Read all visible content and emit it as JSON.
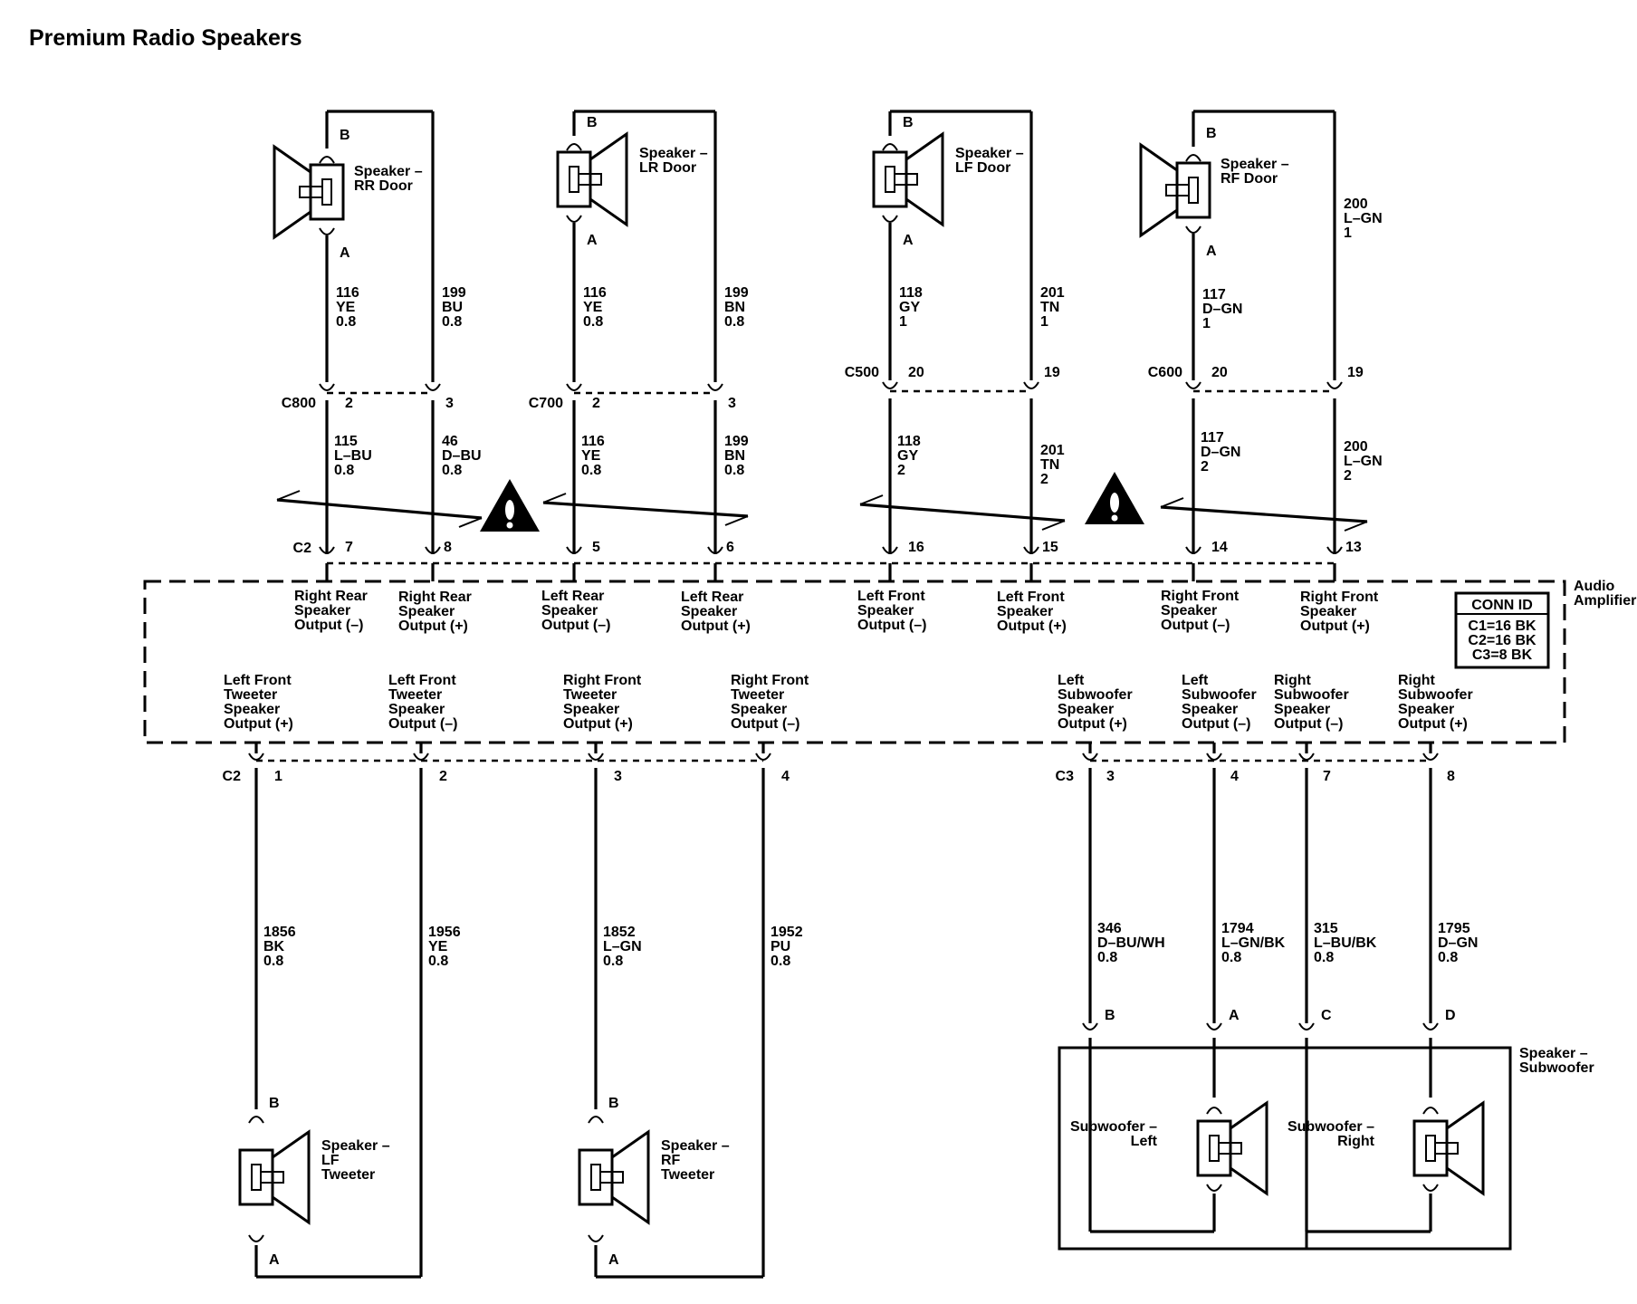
{
  "title": "Premium Radio Speakers",
  "amplifier": {
    "name_lines": [
      "Audio",
      "Amplifier"
    ],
    "conn_id": {
      "header": "CONN ID",
      "rows": [
        "C1=16 BK",
        "C2=16 BK",
        "C3=8 BK"
      ]
    }
  },
  "subwoofer_box": {
    "name_lines": [
      "Speaker –",
      "Subwoofer"
    ],
    "left_lines": [
      "Subwoofer –",
      "Left"
    ],
    "right_lines": [
      "Subwoofer –",
      "Right"
    ]
  },
  "top_speakers": [
    {
      "id": "rr",
      "lines": [
        "Speaker –",
        "RR Door"
      ],
      "pin_top": "B",
      "pin_bottom": "A",
      "connector": "C800",
      "upper_wires": [
        [
          "116",
          "YE",
          "0.8"
        ],
        [
          "199",
          "BU",
          "0.8"
        ]
      ],
      "conn_pins": [
        "2",
        "3"
      ],
      "lower_wires": [
        [
          "115",
          "L–BU",
          "0.8"
        ],
        [
          "46",
          "D–BU",
          "0.8"
        ]
      ],
      "amp_pins": [
        "7",
        "8"
      ],
      "outputs": [
        [
          "Right Rear",
          "Speaker",
          "Output (–)"
        ],
        [
          "Right Rear",
          "Speaker",
          "Output (+)"
        ]
      ]
    },
    {
      "id": "lr",
      "lines": [
        "Speaker –",
        "LR Door"
      ],
      "pin_top": "B",
      "pin_bottom": "A",
      "connector": "C700",
      "upper_wires": [
        [
          "116",
          "YE",
          "0.8"
        ],
        [
          "199",
          "BN",
          "0.8"
        ]
      ],
      "conn_pins": [
        "2",
        "3"
      ],
      "lower_wires": [
        [
          "116",
          "YE",
          "0.8"
        ],
        [
          "199",
          "BN",
          "0.8"
        ]
      ],
      "amp_pins": [
        "5",
        "6"
      ],
      "outputs": [
        [
          "Left Rear",
          "Speaker",
          "Output (–)"
        ],
        [
          "Left Rear",
          "Speaker",
          "Output (+)"
        ]
      ]
    },
    {
      "id": "lf",
      "lines": [
        "Speaker –",
        "LF Door"
      ],
      "pin_top": "B",
      "pin_bottom": "A",
      "connector": "C500",
      "upper_wires": [
        [
          "118",
          "GY",
          "1"
        ],
        [
          "201",
          "TN",
          "1"
        ]
      ],
      "conn_pins": [
        "20",
        "19"
      ],
      "lower_wires": [
        [
          "118",
          "GY",
          "2"
        ],
        [
          "201",
          "TN",
          "2"
        ]
      ],
      "amp_pins": [
        "16",
        "15"
      ],
      "outputs": [
        [
          "Left Front",
          "Speaker",
          "Output (–)"
        ],
        [
          "Left Front",
          "Speaker",
          "Output (+)"
        ]
      ]
    },
    {
      "id": "rf",
      "lines": [
        "Speaker –",
        "RF Door"
      ],
      "pin_top": "B",
      "pin_bottom": "A",
      "connector": "C600",
      "upper_wires": [
        [
          "117",
          "D–GN",
          "1"
        ],
        [
          "200",
          "L–GN",
          "1"
        ]
      ],
      "conn_pins": [
        "20",
        "19"
      ],
      "lower_wires": [
        [
          "117",
          "D–GN",
          "2"
        ],
        [
          "200",
          "L–GN",
          "2"
        ]
      ],
      "amp_pins": [
        "14",
        "13"
      ],
      "outputs": [
        [
          "Right Front",
          "Speaker",
          "Output (–)"
        ],
        [
          "Right Front",
          "Speaker",
          "Output (+)"
        ]
      ]
    }
  ],
  "amp_connector_top": "C2",
  "tweeter_connector": "C2",
  "tweeter_outputs": [
    {
      "lines": [
        "Left Front",
        "Tweeter",
        "Speaker",
        "Output (+)"
      ],
      "pin": "1",
      "wire": [
        "1856",
        "BK",
        "0.8"
      ]
    },
    {
      "lines": [
        "Left Front",
        "Tweeter",
        "Speaker",
        "Output (–)"
      ],
      "pin": "2",
      "wire": [
        "1956",
        "YE",
        "0.8"
      ]
    },
    {
      "lines": [
        "Right Front",
        "Tweeter",
        "Speaker",
        "Output (+)"
      ],
      "pin": "3",
      "wire": [
        "1852",
        "L–GN",
        "0.8"
      ]
    },
    {
      "lines": [
        "Right Front",
        "Tweeter",
        "Speaker",
        "Output (–)"
      ],
      "pin": "4",
      "wire": [
        "1952",
        "PU",
        "0.8"
      ]
    }
  ],
  "tweeters": [
    {
      "lines": [
        "Speaker –",
        "LF",
        "Tweeter"
      ],
      "pin_top": "B",
      "pin_bottom": "A"
    },
    {
      "lines": [
        "Speaker –",
        "RF",
        "Tweeter"
      ],
      "pin_top": "B",
      "pin_bottom": "A"
    }
  ],
  "sub_connector": "C3",
  "sub_outputs": [
    {
      "lines": [
        "Left",
        "Subwoofer",
        "Speaker",
        "Output (+)"
      ],
      "pin": "3",
      "wire": [
        "346",
        "D–BU/WH",
        "0.8"
      ],
      "sub_pin": "B"
    },
    {
      "lines": [
        "Left",
        "Subwoofer",
        "Speaker",
        "Output (–)"
      ],
      "pin": "4",
      "wire": [
        "1794",
        "L–GN/BK",
        "0.8"
      ],
      "sub_pin": "A"
    },
    {
      "lines": [
        "Right",
        "Subwoofer",
        "Speaker",
        "Output (–)"
      ],
      "pin": "7",
      "wire": [
        "315",
        "L–BU/BK",
        "0.8"
      ],
      "sub_pin": "C"
    },
    {
      "lines": [
        "Right",
        "Subwoofer",
        "Speaker",
        "Output (+)"
      ],
      "pin": "8",
      "wire": [
        "1795",
        "D–GN",
        "0.8"
      ],
      "sub_pin": "D"
    }
  ],
  "icons": [
    "speaker-icon",
    "warning-icon",
    "connector-terminal-icon"
  ]
}
